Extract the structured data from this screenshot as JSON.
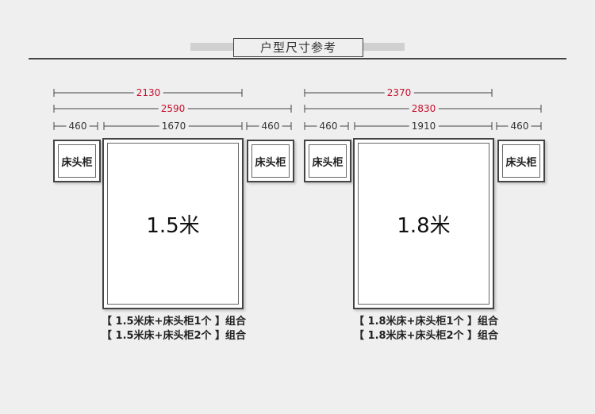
{
  "title": "户型尺寸参考",
  "beds": [
    {
      "bed_label": "1.5米",
      "nightstand_label": "床头柜",
      "dimensions": {
        "bed_plus_one": "2130",
        "total": "2590",
        "nightstand_left": "460",
        "bed_width": "1670",
        "nightstand_right": "460"
      },
      "combos": [
        "【 1.5米床+床头柜1个 】组合",
        "【 1.5米床+床头柜2个 】组合"
      ]
    },
    {
      "bed_label": "1.8米",
      "nightstand_label": "床头柜",
      "dimensions": {
        "bed_plus_one": "2370",
        "total": "2830",
        "nightstand_left": "460",
        "bed_width": "1910",
        "nightstand_right": "460"
      },
      "combos": [
        "【 1.8米床+床头柜1个 】组合",
        "【 1.8米床+床头柜2个 】组合"
      ]
    }
  ],
  "colors": {
    "highlight": "#c8102e",
    "line": "#444444",
    "background": "#efefef"
  }
}
